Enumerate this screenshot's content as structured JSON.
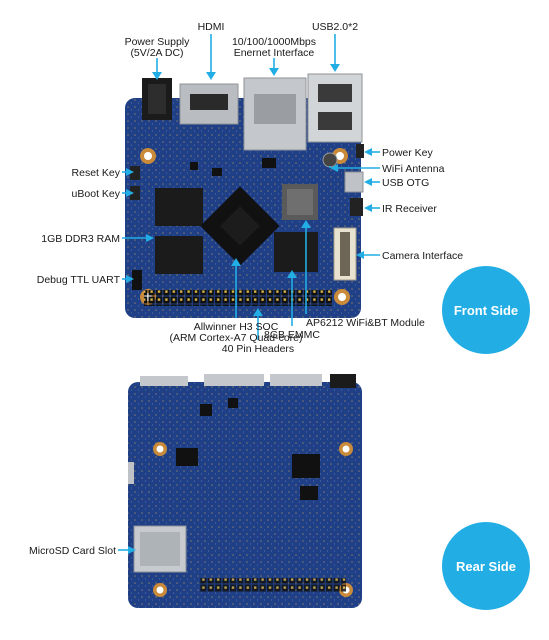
{
  "labels": {
    "power_supply_line1": "Power Supply",
    "power_supply_line2": "(5V/2A DC)",
    "hdmi": "HDMI",
    "ethernet_line1": "10/100/1000Mbps",
    "ethernet_line2": "Enernet Interface",
    "usb": "USB2.0*2",
    "power_key": "Power Key",
    "wifi_antenna": "WiFi Antenna",
    "usb_otg": "USB OTG",
    "ir_receiver": "IR Receiver",
    "camera": "Camera Interface",
    "reset_key": "Reset Key",
    "uboot_key": "uBoot Key",
    "ddr": "1GB DDR3 RAM",
    "debug_uart": "Debug TTL UART",
    "soc_line1": "Allwinner H3 SOC",
    "soc_line2": "(ARM Cortex-A7 Quad-core)",
    "emmc": "8GB EMMC",
    "wifi_module": "AP6212 WiFi&BT Module",
    "pin_headers": "40 Pin Headers",
    "microsd": "MicroSD Card Slot"
  },
  "badges": {
    "front": "Front Side",
    "rear": "Rear Side"
  },
  "colors": {
    "accent": "#22aee4",
    "pcb": "#1f3f86",
    "pcb_dark": "#142c63",
    "metal": "#bfc3c8"
  }
}
